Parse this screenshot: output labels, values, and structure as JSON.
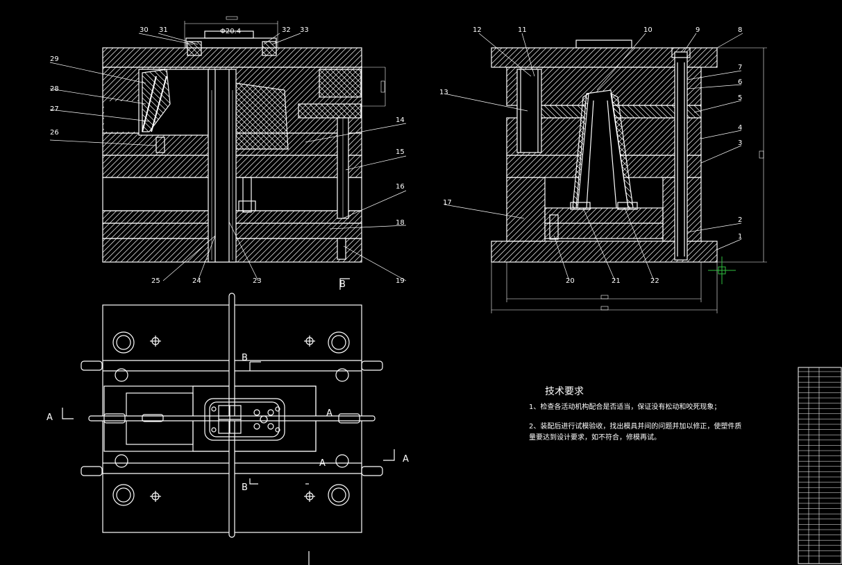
{
  "colors": {
    "background": "#000000",
    "line": "#ffffff"
  },
  "part_labels": {
    "p1": "1",
    "p2": "2",
    "p3": "3",
    "p4": "4",
    "p5": "5",
    "p6": "6",
    "p7": "7",
    "p8": "8",
    "p9": "9",
    "p10": "10",
    "p11": "11",
    "p12": "12",
    "p13": "13",
    "p14": "14",
    "p15": "15",
    "p16": "16",
    "p17": "17",
    "p18": "18",
    "p19": "19",
    "p20": "20",
    "p21": "21",
    "p22": "22",
    "p23": "23",
    "p24": "24",
    "p25": "25",
    "p26": "26",
    "p27": "27",
    "p28": "28",
    "p29": "29",
    "p30": "30",
    "p31": "31",
    "p32": "32",
    "p33": "33"
  },
  "section_marks": {
    "a": "A",
    "b": "B"
  },
  "dimension_text": "Φ20.4",
  "tech_requirements": {
    "title": "技术要求",
    "item1": "1、检查各活动机构配合是否适当，保证没有松动和咬死现象；",
    "item2a": "2、装配后进行试模验收，找出模具并间的问题并加以修正，使塑件质",
    "item2b": "量要达到设计要求，如不符合，修模再试。"
  }
}
